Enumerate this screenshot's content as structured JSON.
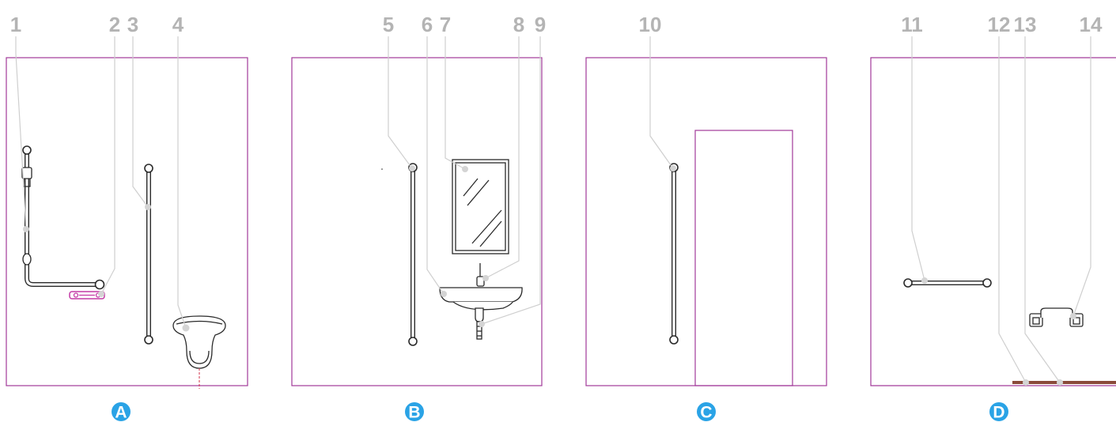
{
  "callouts": [
    "1",
    "2",
    "3",
    "4",
    "5",
    "6",
    "7",
    "8",
    "9",
    "10",
    "11",
    "12",
    "13",
    "14"
  ],
  "panels": [
    {
      "badge": "A"
    },
    {
      "badge": "B"
    },
    {
      "badge": "C"
    },
    {
      "badge": "D"
    }
  ],
  "colors": {
    "wall": "#a23a9a",
    "badge": "#2aa3e6",
    "callout": "#b4b4b4",
    "leader": "#cfcfcf",
    "fixture": "#2a2a2a",
    "toilet_roll": "#c43aa6",
    "floor_strip": "#8a4a3a"
  }
}
